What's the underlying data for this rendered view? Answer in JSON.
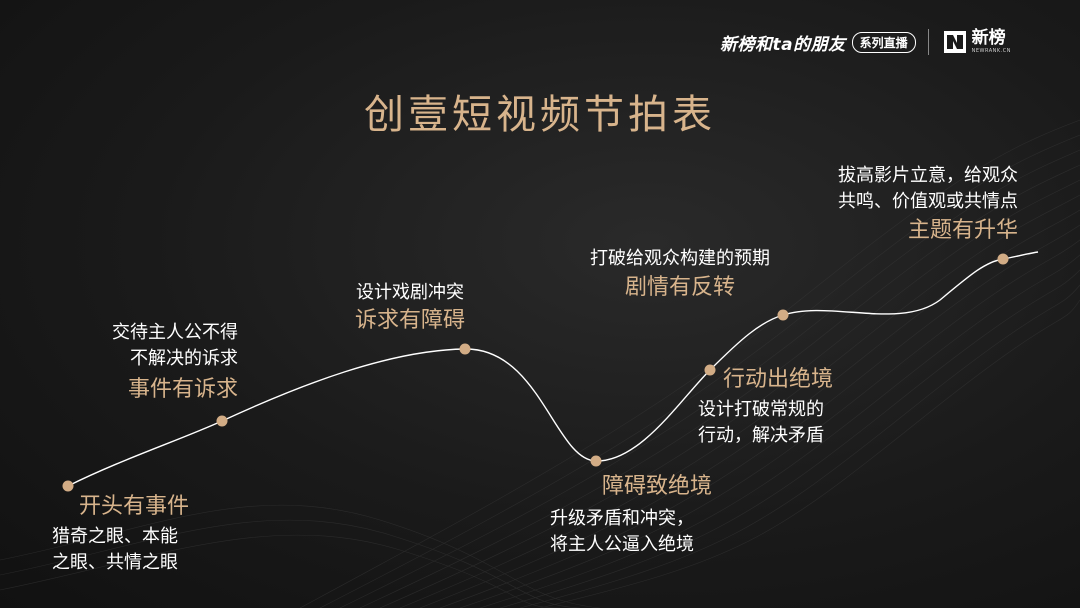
{
  "header": {
    "brand_name": "新榜和ta的朋友",
    "brand_tag": "系列直播",
    "logo_text": "新榜",
    "logo_sub": "NEWRANK.CN"
  },
  "title": "创壹短视频节拍表",
  "colors": {
    "accent": "#d8b48c",
    "point": "#d2ac85",
    "line": "#ffffff"
  },
  "stages": {
    "s1": {
      "stage": "开头有事件",
      "desc1": "猎奇之眼、本能",
      "desc2": "之眼、共情之眼"
    },
    "s2": {
      "desc1": "交待主人公不得",
      "desc2": "不解决的诉求",
      "stage": "事件有诉求"
    },
    "s3": {
      "desc1": "设计戏剧冲突",
      "stage": "诉求有障碍"
    },
    "s4": {
      "stage": "障碍致绝境",
      "desc1": "升级矛盾和冲突，",
      "desc2": "将主人公逼入绝境"
    },
    "s5": {
      "stage": "行动出绝境",
      "desc1": "设计打破常规的",
      "desc2": "行动，解决矛盾"
    },
    "s6": {
      "desc1": "打破给观众构建的预期",
      "stage": "剧情有反转"
    },
    "s7": {
      "desc1": "拔高影片立意，给观众",
      "desc2": "共鸣、价值观或共情点",
      "stage": "主题有升华"
    }
  }
}
